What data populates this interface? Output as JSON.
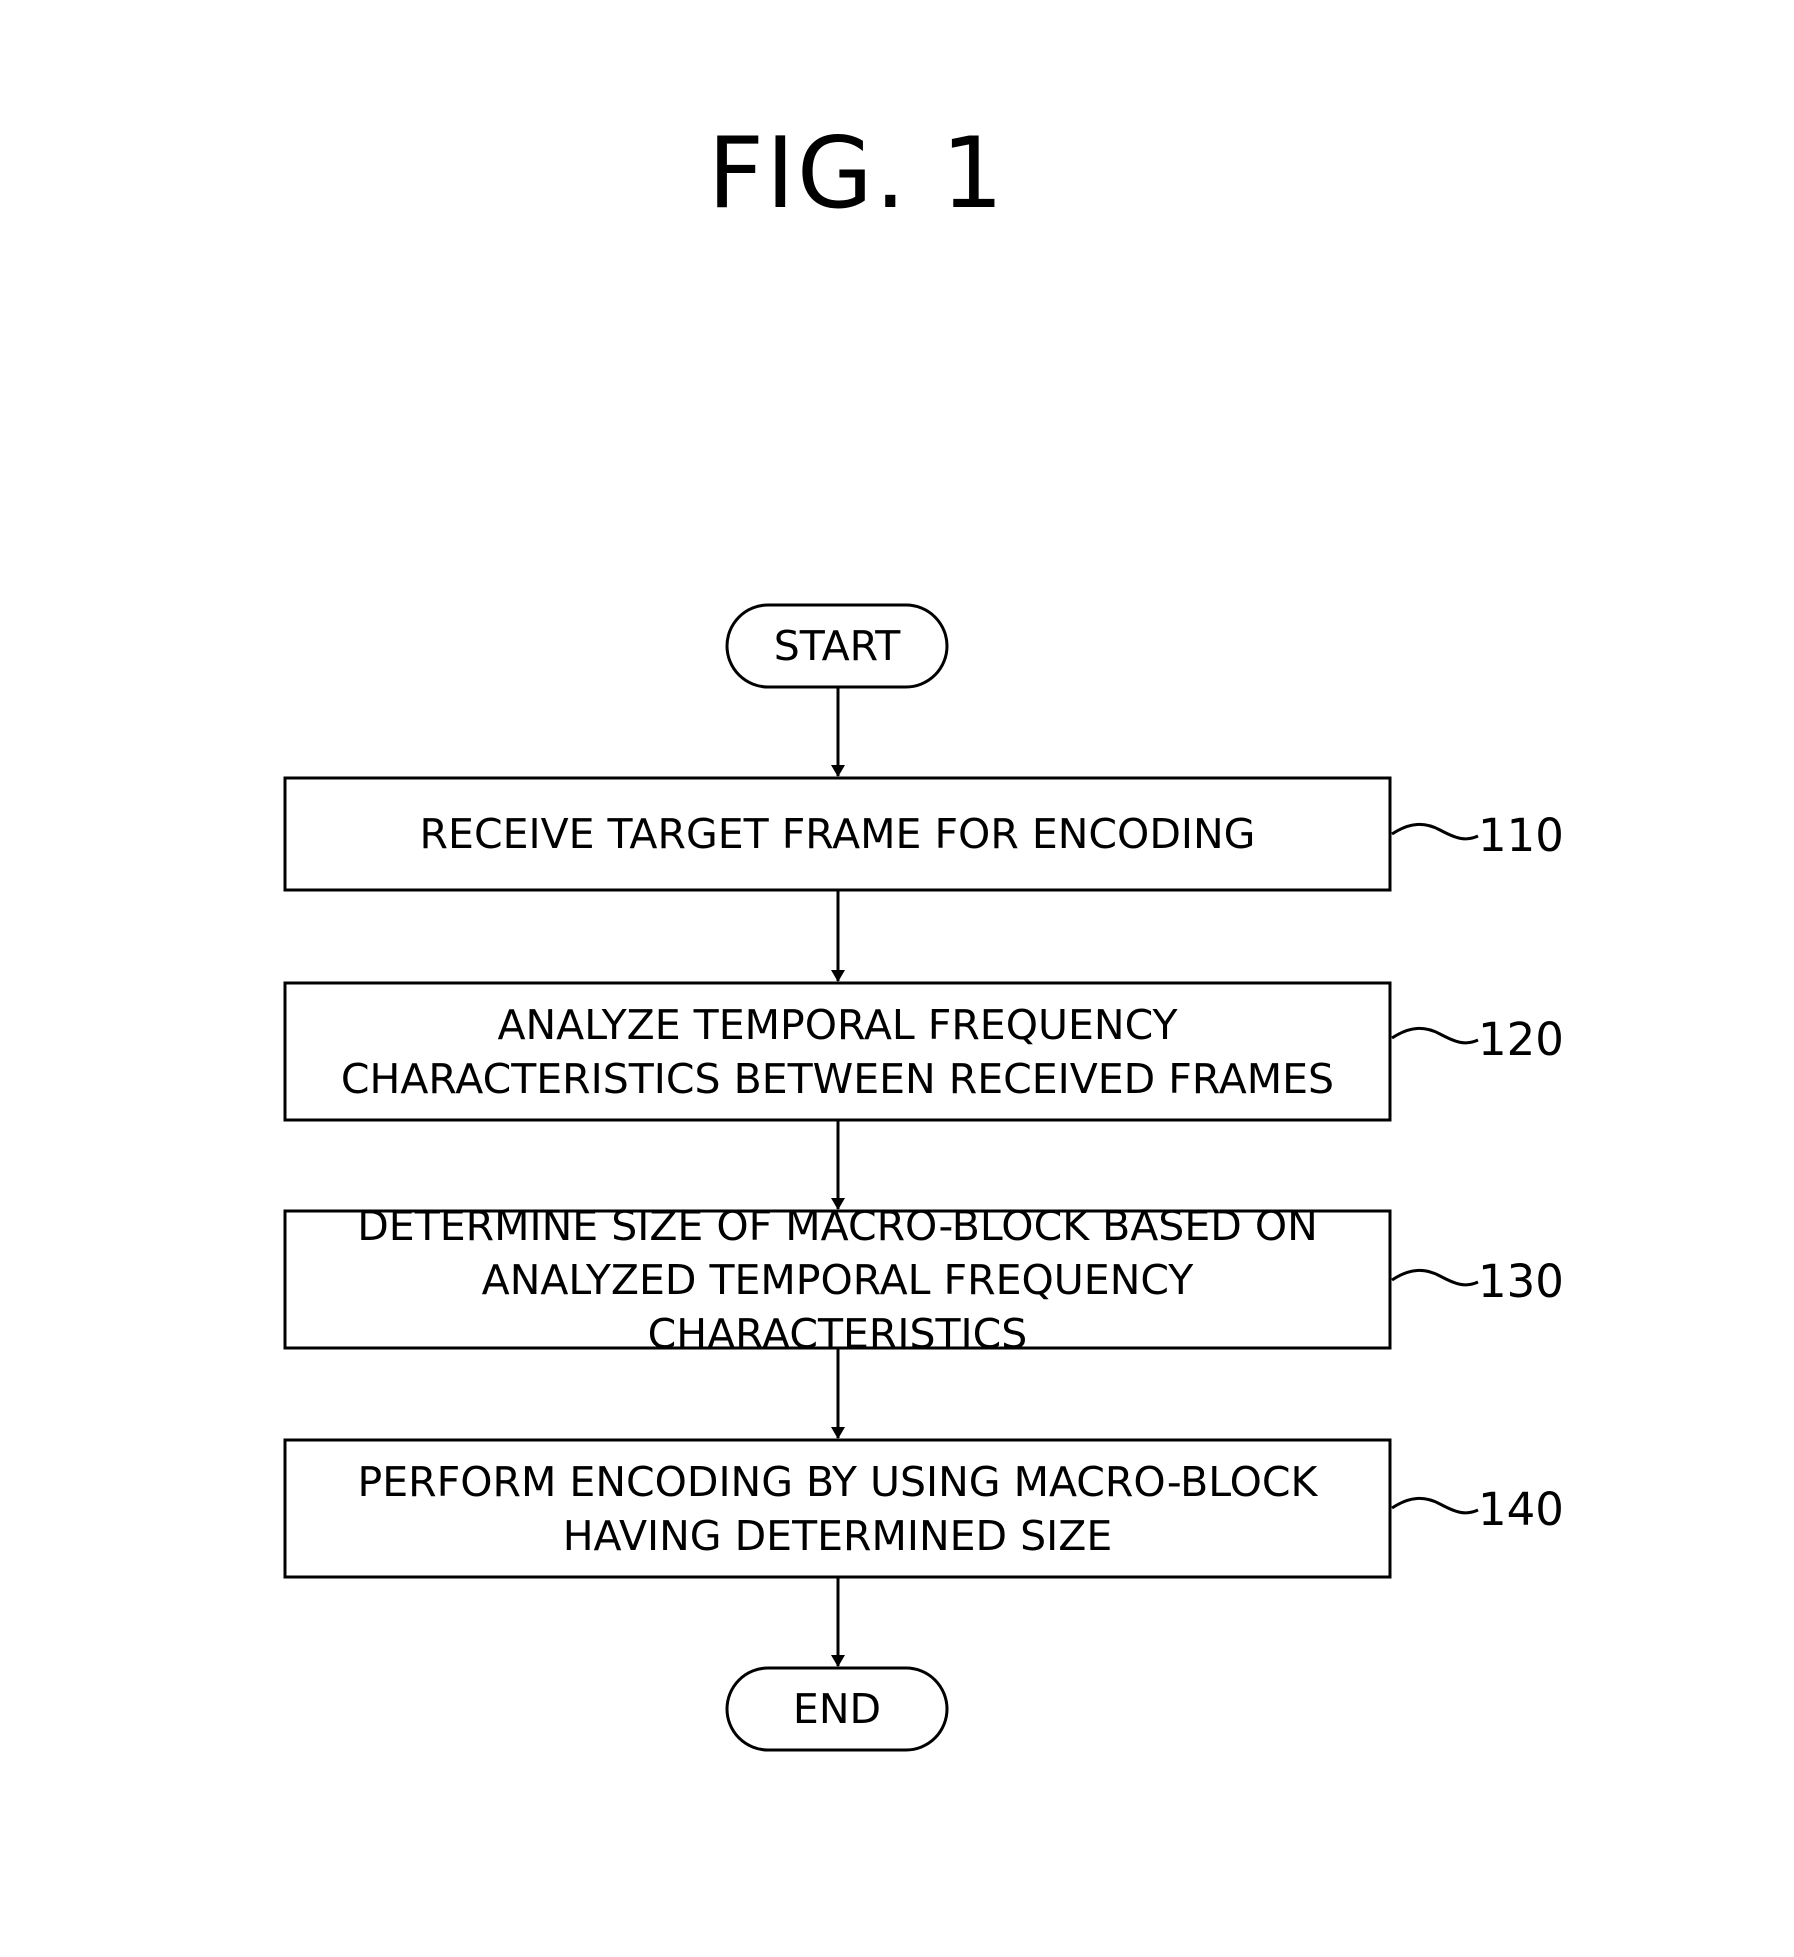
{
  "figure": {
    "title": "FIG. 1"
  },
  "flowchart": {
    "start": "START",
    "end": "END",
    "steps": [
      {
        "ref": "110",
        "text": "RECEIVE TARGET FRAME FOR ENCODING"
      },
      {
        "ref": "120",
        "text": "ANALYZE TEMPORAL FREQUENCY\nCHARACTERISTICS BETWEEN RECEIVED FRAMES"
      },
      {
        "ref": "130",
        "text": "DETERMINE SIZE OF MACRO-BLOCK BASED ON\nANALYZED TEMPORAL FREQUENCY CHARACTERISTICS"
      },
      {
        "ref": "140",
        "text": "PERFORM ENCODING BY USING MACRO-BLOCK\nHAVING DETERMINED SIZE"
      }
    ]
  },
  "colors": {
    "stroke": "#000000",
    "background": "#ffffff"
  }
}
